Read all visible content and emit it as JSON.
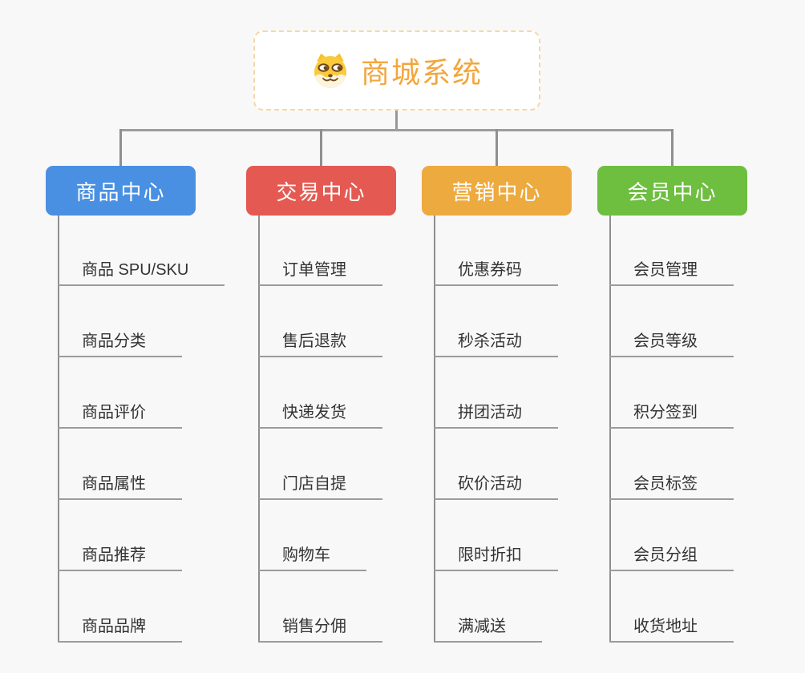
{
  "app": {
    "type": "mindmap",
    "background_color": "#f8f8f8",
    "connector_color": "#979797",
    "underline_color": "#9b9b9b"
  },
  "root": {
    "title": "商城系统",
    "icon": "shiba-dog-icon",
    "title_color": "#f2a63c",
    "border_color": "#f6d8a4"
  },
  "branches": [
    {
      "label": "商品中心",
      "color": "#4a90e2",
      "items": [
        "商品 SPU/SKU",
        "商品分类",
        "商品评价",
        "商品属性",
        "商品推荐",
        "商品品牌"
      ]
    },
    {
      "label": "交易中心",
      "color": "#e45a52",
      "items": [
        "订单管理",
        "售后退款",
        "快递发货",
        "门店自提",
        "购物车",
        "销售分佣"
      ]
    },
    {
      "label": "营销中心",
      "color": "#edaa3f",
      "items": [
        "优惠券码",
        "秒杀活动",
        "拼团活动",
        "砍价活动",
        "限时折扣",
        "满减送"
      ]
    },
    {
      "label": "会员中心",
      "color": "#6ebe40",
      "items": [
        "会员管理",
        "会员等级",
        "积分签到",
        "会员标签",
        "会员分组",
        "收货地址"
      ]
    }
  ]
}
